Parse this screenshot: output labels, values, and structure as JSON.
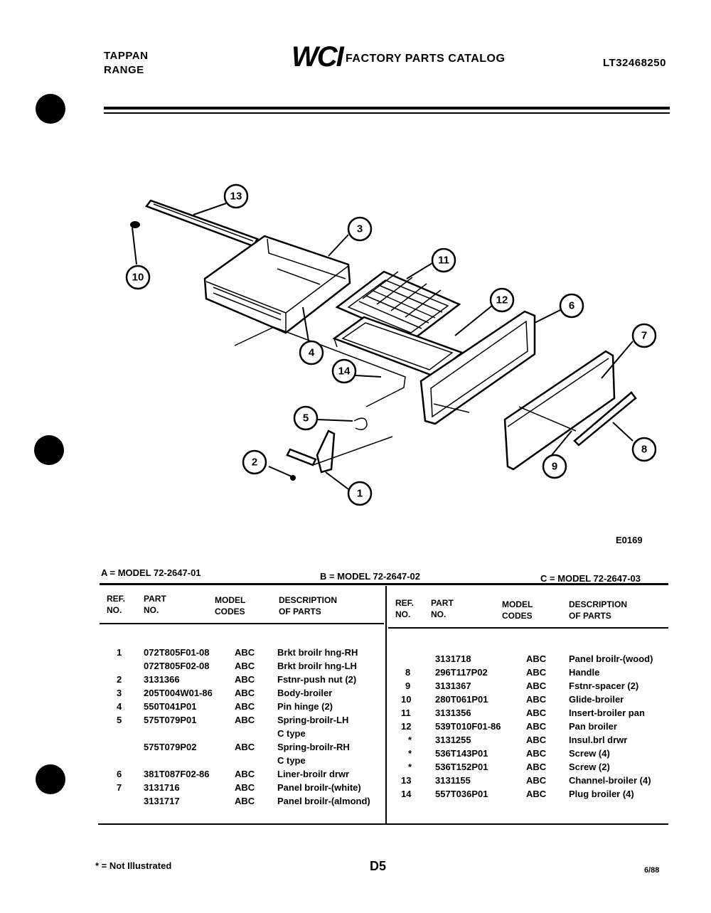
{
  "header": {
    "brand_line1": "TAPPAN",
    "brand_line2": "RANGE",
    "logo_text": "WCI",
    "catalog_title": "FACTORY PARTS CATALOG",
    "catalog_number": "LT32468250"
  },
  "diagram": {
    "figure_code": "E0169",
    "callouts": [
      "13",
      "3",
      "10",
      "11",
      "12",
      "6",
      "4",
      "14",
      "7",
      "5",
      "2",
      "1",
      "9",
      "8"
    ]
  },
  "models": {
    "a": "A = MODEL 72-2647-01",
    "b": "B = MODEL 72-2647-02",
    "c": "C = MODEL 72-2647-03"
  },
  "table": {
    "headers": {
      "ref": "REF.\nNO.",
      "part": "PART\nNO.",
      "codes": "MODEL\nCODES",
      "desc": "DESCRIPTION\nOF PARTS"
    },
    "left_rows": [
      {
        "ref": "1",
        "part": "072T805F01-08",
        "codes": "ABC",
        "desc": "Brkt broilr hng-RH"
      },
      {
        "ref": "",
        "part": "072T805F02-08",
        "codes": "ABC",
        "desc": "Brkt broilr hng-LH"
      },
      {
        "ref": "2",
        "part": "3131366",
        "codes": "ABC",
        "desc": "Fstnr-push nut (2)"
      },
      {
        "ref": "3",
        "part": "205T004W01-86",
        "codes": "ABC",
        "desc": "Body-broiler"
      },
      {
        "ref": "4",
        "part": "550T041P01",
        "codes": "ABC",
        "desc": "Pin hinge (2)"
      },
      {
        "ref": "5",
        "part": "575T079P01",
        "codes": "ABC",
        "desc": "Spring-broilr-LH"
      },
      {
        "ref": "",
        "part": "",
        "codes": "",
        "desc": "C type"
      },
      {
        "ref": "",
        "part": "575T079P02",
        "codes": "ABC",
        "desc": "Spring-broilr-RH"
      },
      {
        "ref": "",
        "part": "",
        "codes": "",
        "desc": "C type"
      },
      {
        "ref": "6",
        "part": "381T087F02-86",
        "codes": "ABC",
        "desc": "Liner-broilr drwr"
      },
      {
        "ref": "7",
        "part": "3131716",
        "codes": "ABC",
        "desc": "Panel broilr-(white)"
      },
      {
        "ref": "",
        "part": "3131717",
        "codes": "ABC",
        "desc": "Panel broilr-(almond)"
      }
    ],
    "right_rows": [
      {
        "ref": "",
        "part": "3131718",
        "codes": "ABC",
        "desc": "Panel broilr-(wood)"
      },
      {
        "ref": "8",
        "part": "296T117P02",
        "codes": "ABC",
        "desc": "Handle"
      },
      {
        "ref": "9",
        "part": "3131367",
        "codes": "ABC",
        "desc": "Fstnr-spacer (2)"
      },
      {
        "ref": "10",
        "part": "280T061P01",
        "codes": "ABC",
        "desc": "Glide-broiler"
      },
      {
        "ref": "11",
        "part": "3131356",
        "codes": "ABC",
        "desc": "Insert-broiler pan"
      },
      {
        "ref": "12",
        "part": "539T010F01-86",
        "codes": "ABC",
        "desc": "Pan broiler"
      },
      {
        "ref": "*",
        "part": "3131255",
        "codes": "ABC",
        "desc": "Insul.brl drwr"
      },
      {
        "ref": "*",
        "part": "536T143P01",
        "codes": "ABC",
        "desc": "Screw (4)"
      },
      {
        "ref": "*",
        "part": "536T152P01",
        "codes": "ABC",
        "desc": "Screw (2)"
      },
      {
        "ref": "13",
        "part": "3131155",
        "codes": "ABC",
        "desc": "Channel-broiler (4)"
      },
      {
        "ref": "14",
        "part": "557T036P01",
        "codes": "ABC",
        "desc": "Plug broiler (4)"
      }
    ]
  },
  "footer": {
    "note": "* = Not Illustrated",
    "page": "D5",
    "date": "6/88"
  }
}
